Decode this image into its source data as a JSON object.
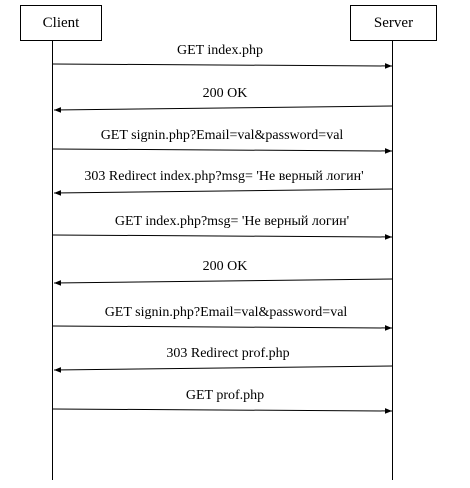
{
  "actors": {
    "client": "Client",
    "server": "Server"
  },
  "messages": [
    {
      "label": "GET index.php",
      "direction": "client-to-server"
    },
    {
      "label": "200 OK",
      "direction": "server-to-client"
    },
    {
      "label": "GET signin.php?Email=val&password=val",
      "direction": "client-to-server"
    },
    {
      "label": "303 Redirect index.php?msg= 'Не верный логин'",
      "direction": "server-to-client"
    },
    {
      "label": "GET index.php?msg= 'Не верный логин'",
      "direction": "client-to-server"
    },
    {
      "label": "200 OK",
      "direction": "server-to-client"
    },
    {
      "label": "GET signin.php?Email=val&password=val",
      "direction": "client-to-server"
    },
    {
      "label": "303 Redirect prof.php",
      "direction": "server-to-client"
    },
    {
      "label": "GET prof.php",
      "direction": "client-to-server"
    }
  ],
  "colors": {
    "line": "#000000",
    "background": "#ffffff"
  }
}
